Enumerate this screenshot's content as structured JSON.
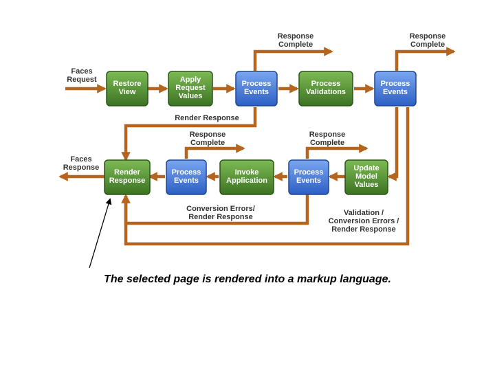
{
  "colors": {
    "green": "#4e8a2e",
    "blue": "#3d74d9",
    "arrow": "#b5651d"
  },
  "nodes": {
    "restore_view": [
      "Restore",
      "View"
    ],
    "apply_request_values": [
      "Apply",
      "Request",
      "Values"
    ],
    "process_events_1": [
      "Process",
      "Events"
    ],
    "process_validations": [
      "Process",
      "Validations"
    ],
    "process_events_2": [
      "Process",
      "Events"
    ],
    "render_response": [
      "Render",
      "Response"
    ],
    "process_events_3": [
      "Process",
      "Events"
    ],
    "invoke_application": [
      "Invoke",
      "Application"
    ],
    "process_events_4": [
      "Process",
      "Events"
    ],
    "update_model_values": [
      "Update",
      "Model",
      "Values"
    ]
  },
  "labels": {
    "faces_request": [
      "Faces",
      "Request"
    ],
    "faces_response": [
      "Faces",
      "Response"
    ],
    "response_complete_1": [
      "Response",
      "Complete"
    ],
    "response_complete_2": [
      "Response",
      "Complete"
    ],
    "response_complete_3": [
      "Response",
      "Complete"
    ],
    "response_complete_4": [
      "Response",
      "Complete"
    ],
    "render_response_path": [
      "Render Response"
    ],
    "conversion_errors": [
      "Conversion Errors/",
      "Render Response"
    ],
    "validation_errors": [
      "Validation /",
      "Conversion Errors /",
      "Render Response"
    ]
  },
  "caption": "The selected page is rendered into a markup language."
}
